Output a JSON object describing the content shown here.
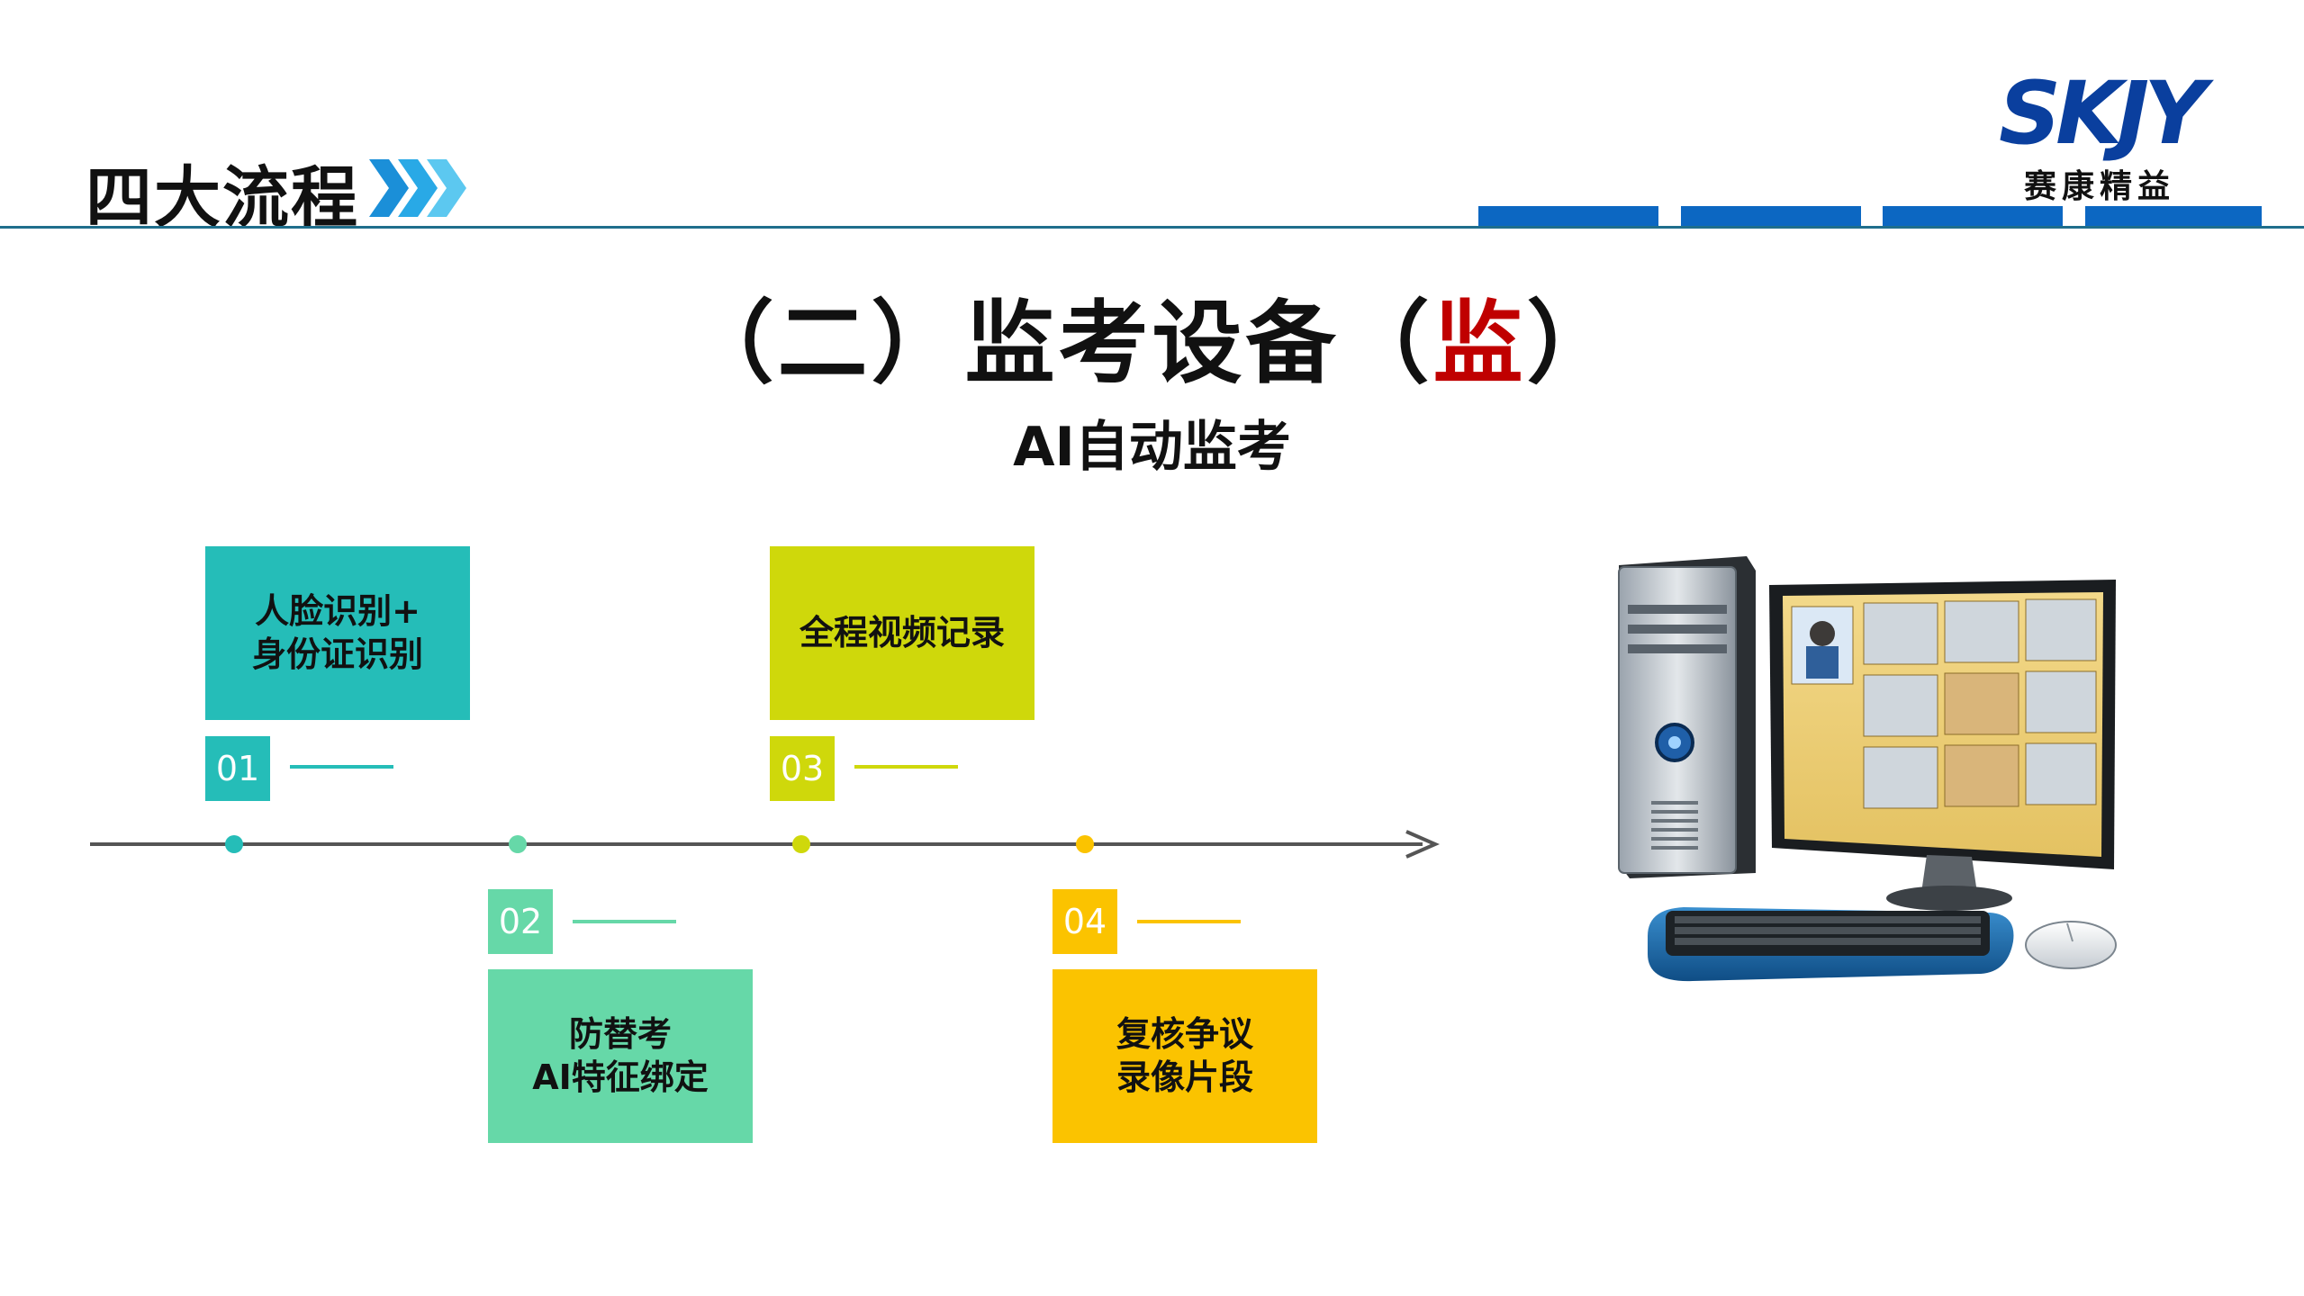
{
  "header": {
    "section_title": "四大流程",
    "logo_main": "SKJY",
    "logo_sub": "赛康精益"
  },
  "main": {
    "title_prefix": "（二）监考设备（",
    "title_highlight": "监",
    "title_suffix": "）",
    "subtitle": "AI自动监考"
  },
  "steps": [
    {
      "number": "01",
      "label": "人脸识别+\n身份证识别",
      "color": "#25bdb8"
    },
    {
      "number": "02",
      "label": "防替考\nAI特征绑定",
      "color": "#66d8a8"
    },
    {
      "number": "03",
      "label": "全程视频记录",
      "color": "#cfd80b"
    },
    {
      "number": "04",
      "label": "复核争议\n录像片段",
      "color": "#fbc300"
    }
  ],
  "colors": {
    "accent_blue": "#0c67c2",
    "title_red": "#c00000",
    "rule": "#1f6e8c"
  },
  "icons": {
    "chevrons": "triple-chevron-right-icon",
    "computer": "desktop-computer-icon"
  }
}
